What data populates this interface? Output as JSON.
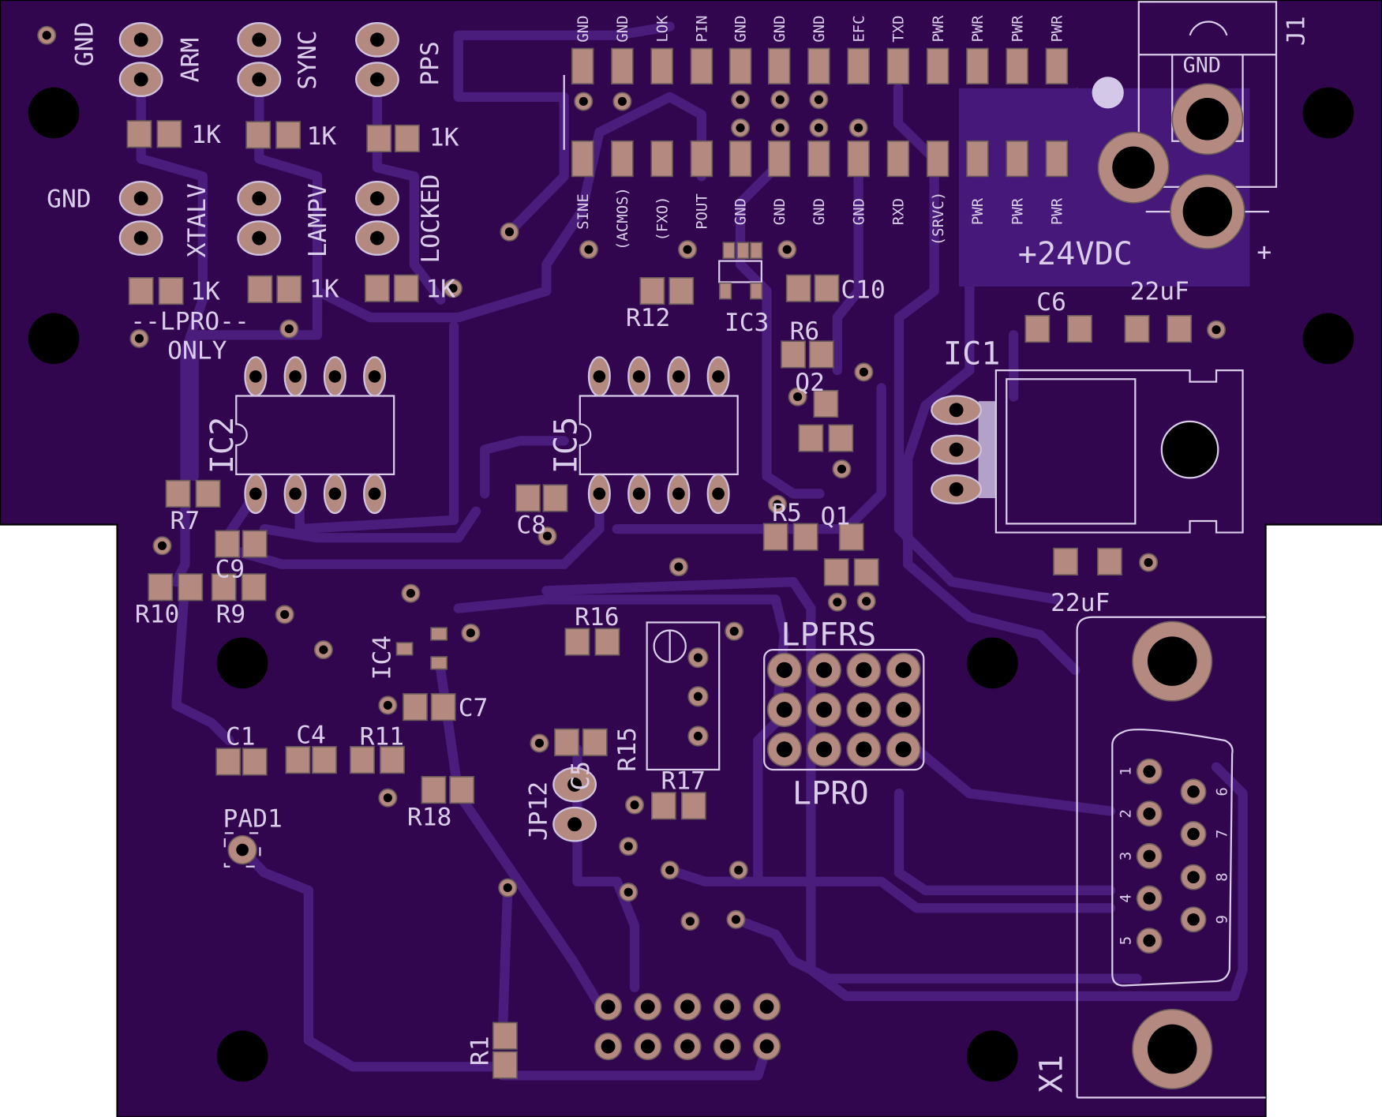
{
  "board": {
    "colors": {
      "board": "#32064f",
      "trace": "#4a1c7c",
      "pad": "#b48a80",
      "silk": "#d9cdea",
      "hole": "#000000"
    },
    "left_header": {
      "gnd_top": "GND",
      "arm": "ARM",
      "sync": "SYNC",
      "pps": "PPS",
      "gnd_mid": "GND",
      "xtalv": "XTALV",
      "lampv": "LAMPV",
      "locked": "LOCKED",
      "r_top": [
        "1K",
        "1K",
        "1K"
      ],
      "r_bottom": [
        "1K",
        "1K",
        "1K"
      ],
      "lpro_only_1": "--LPRO--",
      "lpro_only_2": "ONLY"
    },
    "connector_top_labels": [
      "GND",
      "GND",
      "LOK",
      "PIN",
      "GND",
      "GND",
      "GND",
      "EFC",
      "TXD",
      "PWR",
      "PWR",
      "PWR",
      "PWR"
    ],
    "connector_bottom_labels": [
      "SINE",
      "(ACMOS)",
      "(FXO)",
      "POUT",
      "GND",
      "GND",
      "GND",
      "GND",
      "RXD",
      "(SRVC)",
      "PWR",
      "PWR",
      "PWR"
    ],
    "power": {
      "j1": "J1",
      "gnd": "GND",
      "voltage": "+24VDC",
      "plus": "+",
      "c6": "C6",
      "cap1": "22uF",
      "ic1": "IC1",
      "cap2": "22uF"
    },
    "refs": {
      "r12": "R12",
      "ic3": "IC3",
      "c10": "C10",
      "r6": "R6",
      "q2": "Q2",
      "ic2": "IC2",
      "ic5": "IC5",
      "r7": "R7",
      "c8": "C8",
      "c9": "C9",
      "r10": "R10",
      "r9": "R9",
      "r5": "R5",
      "q1": "Q1",
      "r16": "R16",
      "ic4": "IC4",
      "c7": "C7",
      "c1": "C1",
      "c4": "C4",
      "r11": "R11",
      "lpfrs": "LPFRS",
      "lpro": "LPRO",
      "r15": "R15",
      "r17": "R17",
      "c5": "C5",
      "jp12": "JP12",
      "r18": "R18",
      "pad1": "PAD1",
      "r1": "R1",
      "x1": "X1"
    },
    "db9_pins": [
      "1",
      "2",
      "3",
      "4",
      "5",
      "6",
      "7",
      "8",
      "9"
    ]
  }
}
